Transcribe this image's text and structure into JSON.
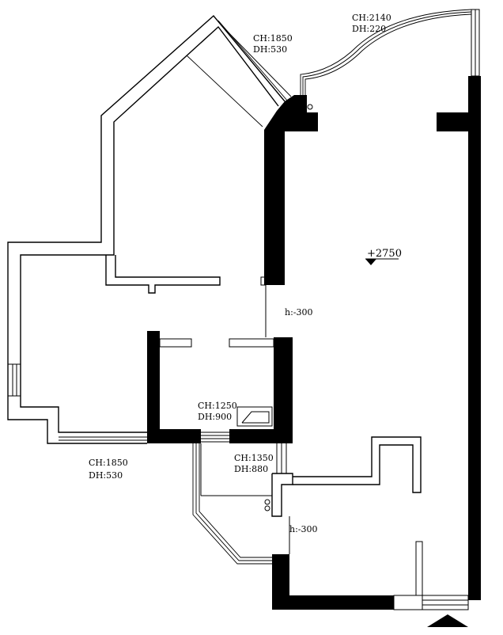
{
  "floorplan": {
    "annotations": {
      "top_window": {
        "ch": "CH:1850",
        "dh": "DH:530"
      },
      "arc_window": {
        "ch": "CH:2140",
        "dh": "DH:220"
      },
      "left_window": {
        "ch": "CH:1850",
        "dh": "DH:530"
      },
      "inner_window": {
        "ch": "CH:1250",
        "dh": "DH:900"
      },
      "lower_window": {
        "ch": "CH:1350",
        "dh": "DH:880"
      },
      "level_upper": "h:-300",
      "level_lower": "h:-300",
      "elevation": "+2750"
    }
  }
}
